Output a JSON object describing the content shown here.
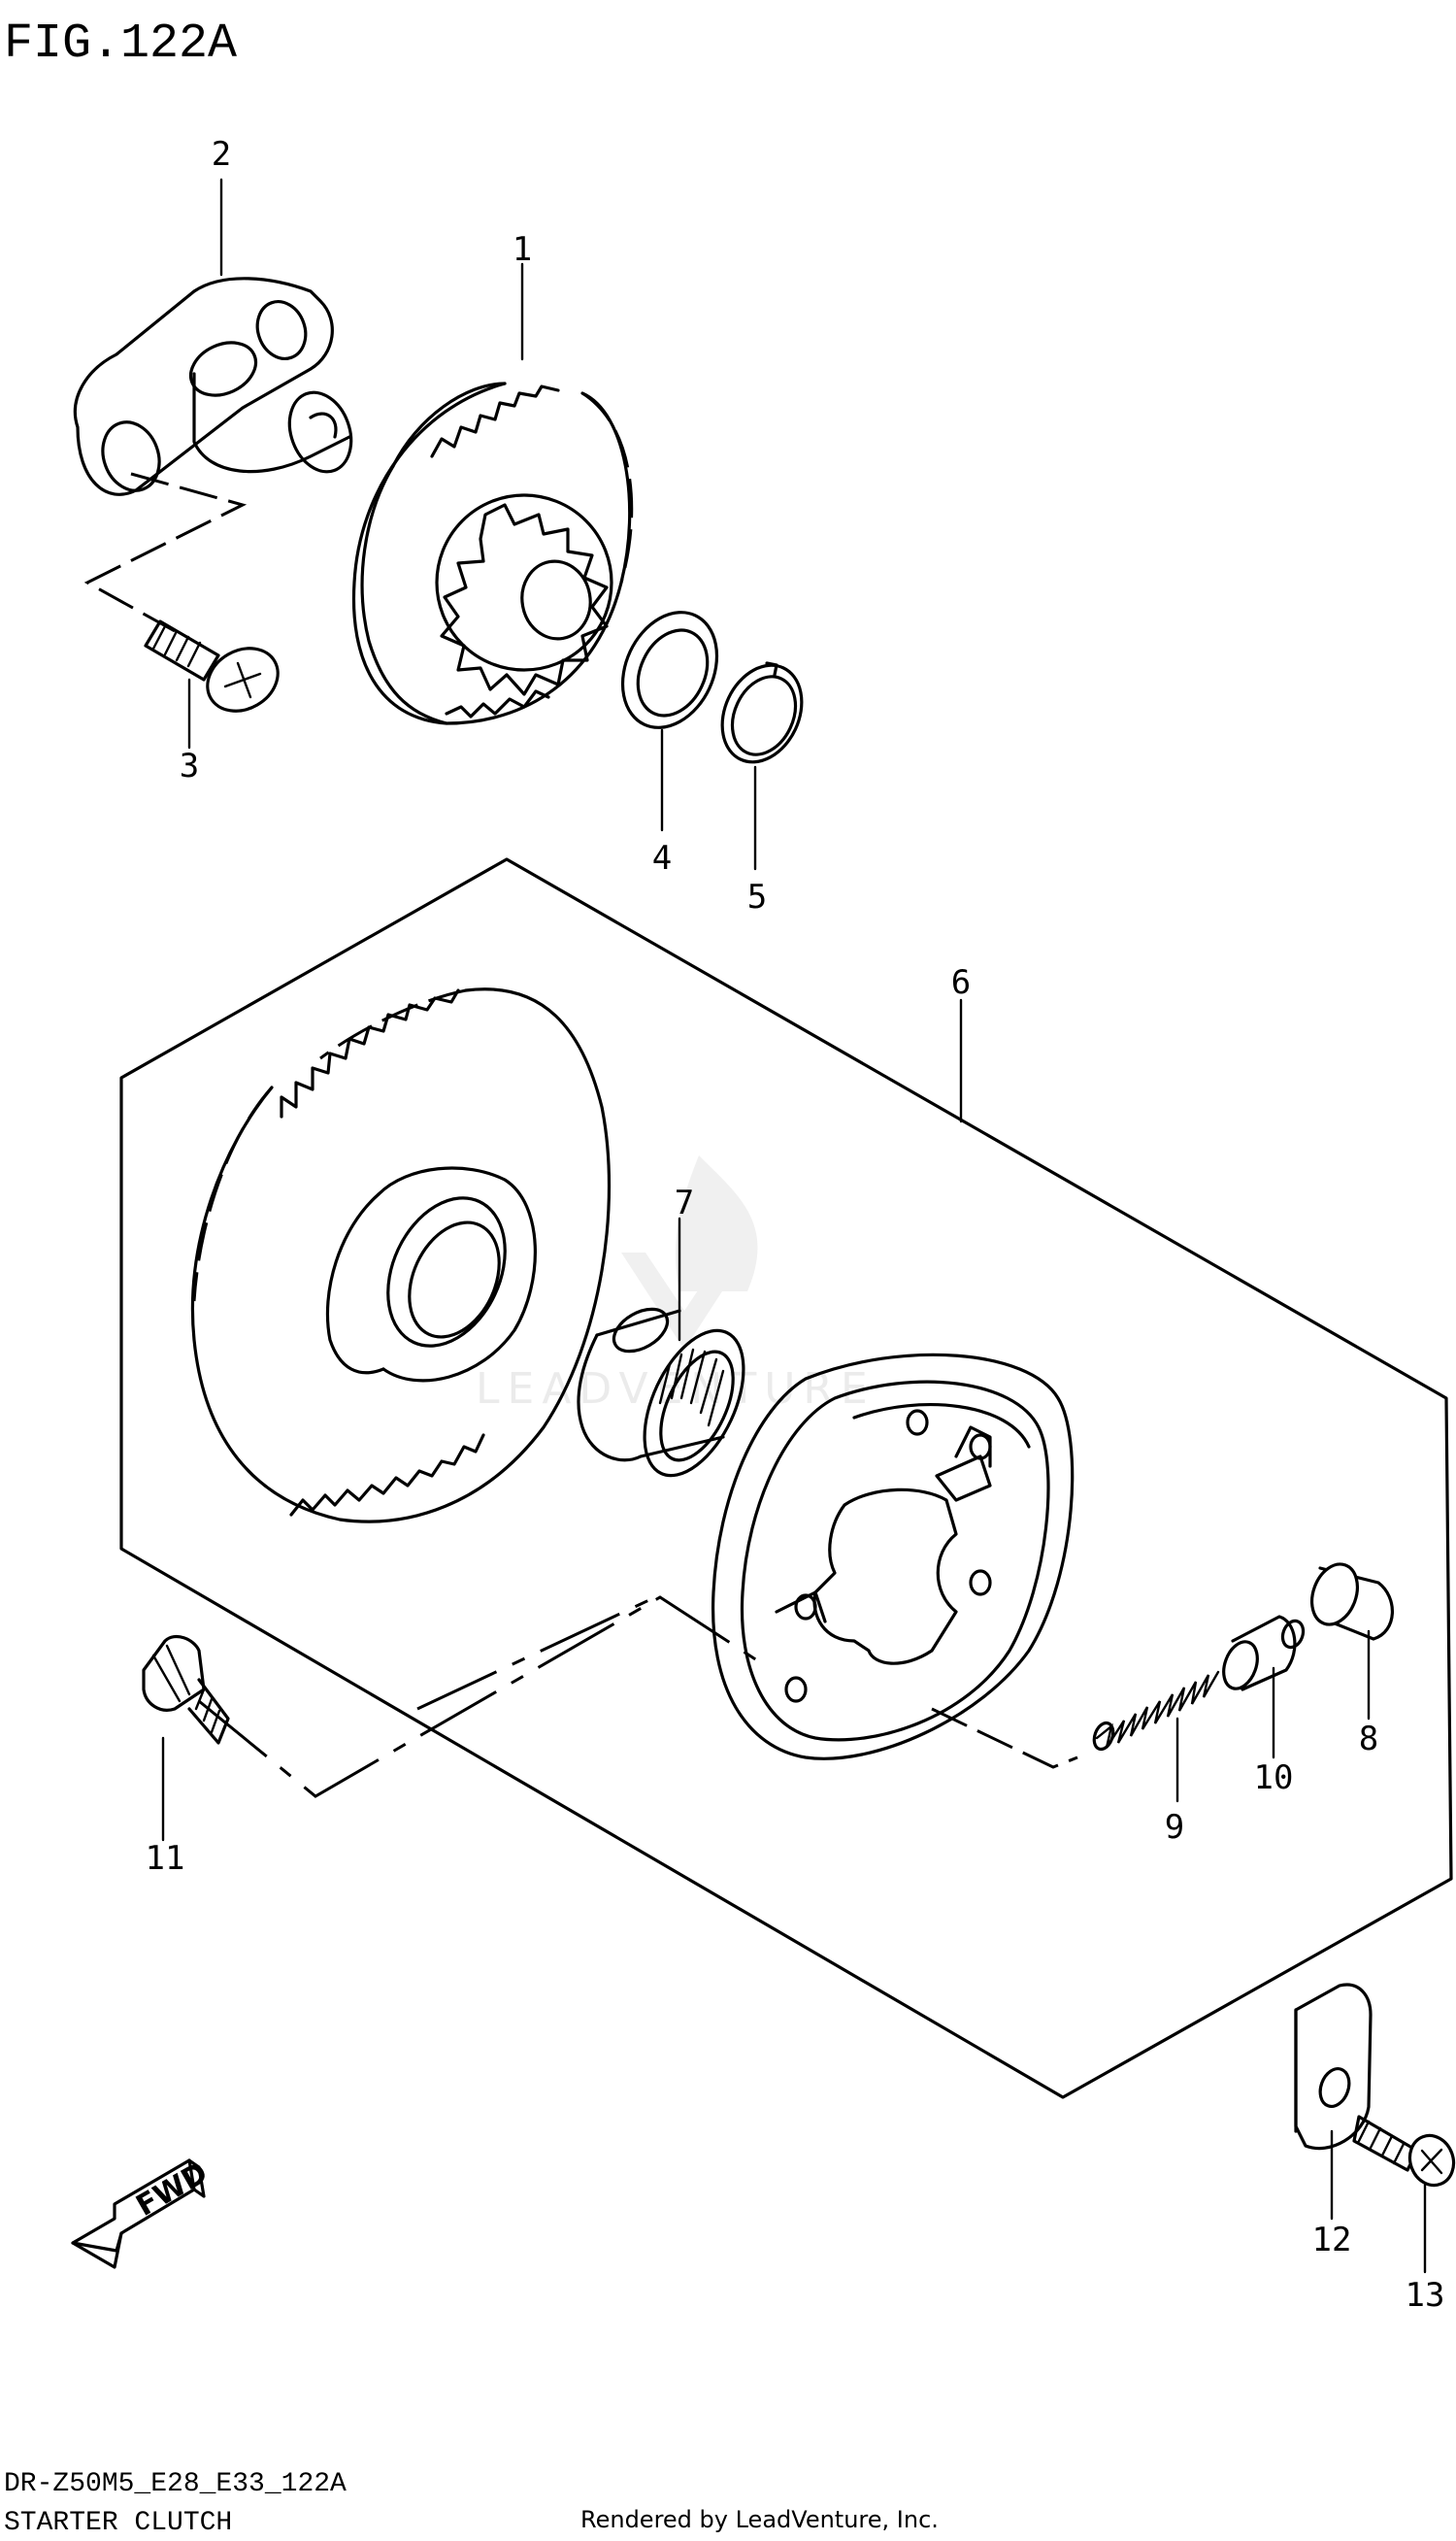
{
  "figure": {
    "title": "FIG.122A"
  },
  "diagram": {
    "callouts": [
      {
        "number": "1"
      },
      {
        "number": "2"
      },
      {
        "number": "3"
      },
      {
        "number": "4"
      },
      {
        "number": "5"
      },
      {
        "number": "6"
      },
      {
        "number": "7"
      },
      {
        "number": "8"
      },
      {
        "number": "9"
      },
      {
        "number": "10"
      },
      {
        "number": "11"
      },
      {
        "number": "12"
      },
      {
        "number": "13"
      }
    ],
    "direction_arrow": {
      "label": "FWD"
    },
    "watermark": "LEADVENTURE"
  },
  "footer": {
    "model_code": "DR-Z50M5_E28_E33_122A",
    "section_name": "STARTER CLUTCH",
    "rendered_by": "Rendered by LeadVenture, Inc."
  }
}
